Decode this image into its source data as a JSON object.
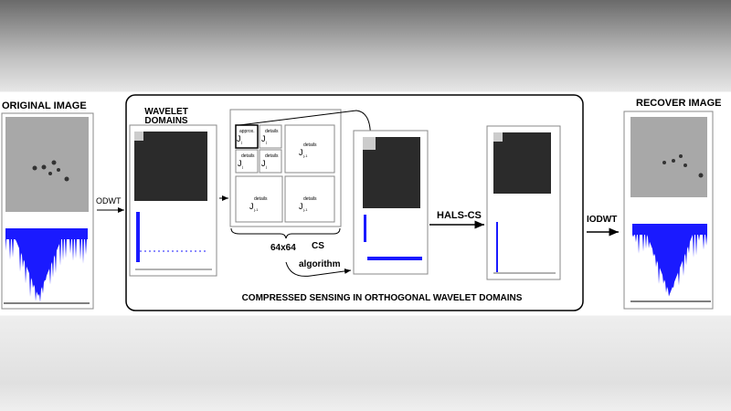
{
  "labels": {
    "original": "ORIGINAL IMAGE",
    "wavelet_line1": "WAVELET",
    "wavelet_line2": "DOMAINS",
    "odwt": "ODWT",
    "size": "64x64",
    "cs": "CS",
    "algorithm": "algorithm",
    "hals": "HALS-CS",
    "iodwt": "IODWT",
    "recover": "RECOVER IMAGE",
    "caption": "COMPRESSED SENSING IN ORTHOGONAL WAVELET DOMAINS"
  },
  "subbands": {
    "approx": "approx.",
    "details": "details",
    "j": "J",
    "sub_j": "j",
    "sub_j1": "j-1"
  },
  "colors": {
    "signal": "#1a1aff",
    "dark_panel": "#2b2b2b",
    "image_gray": "#a8a8a8"
  }
}
